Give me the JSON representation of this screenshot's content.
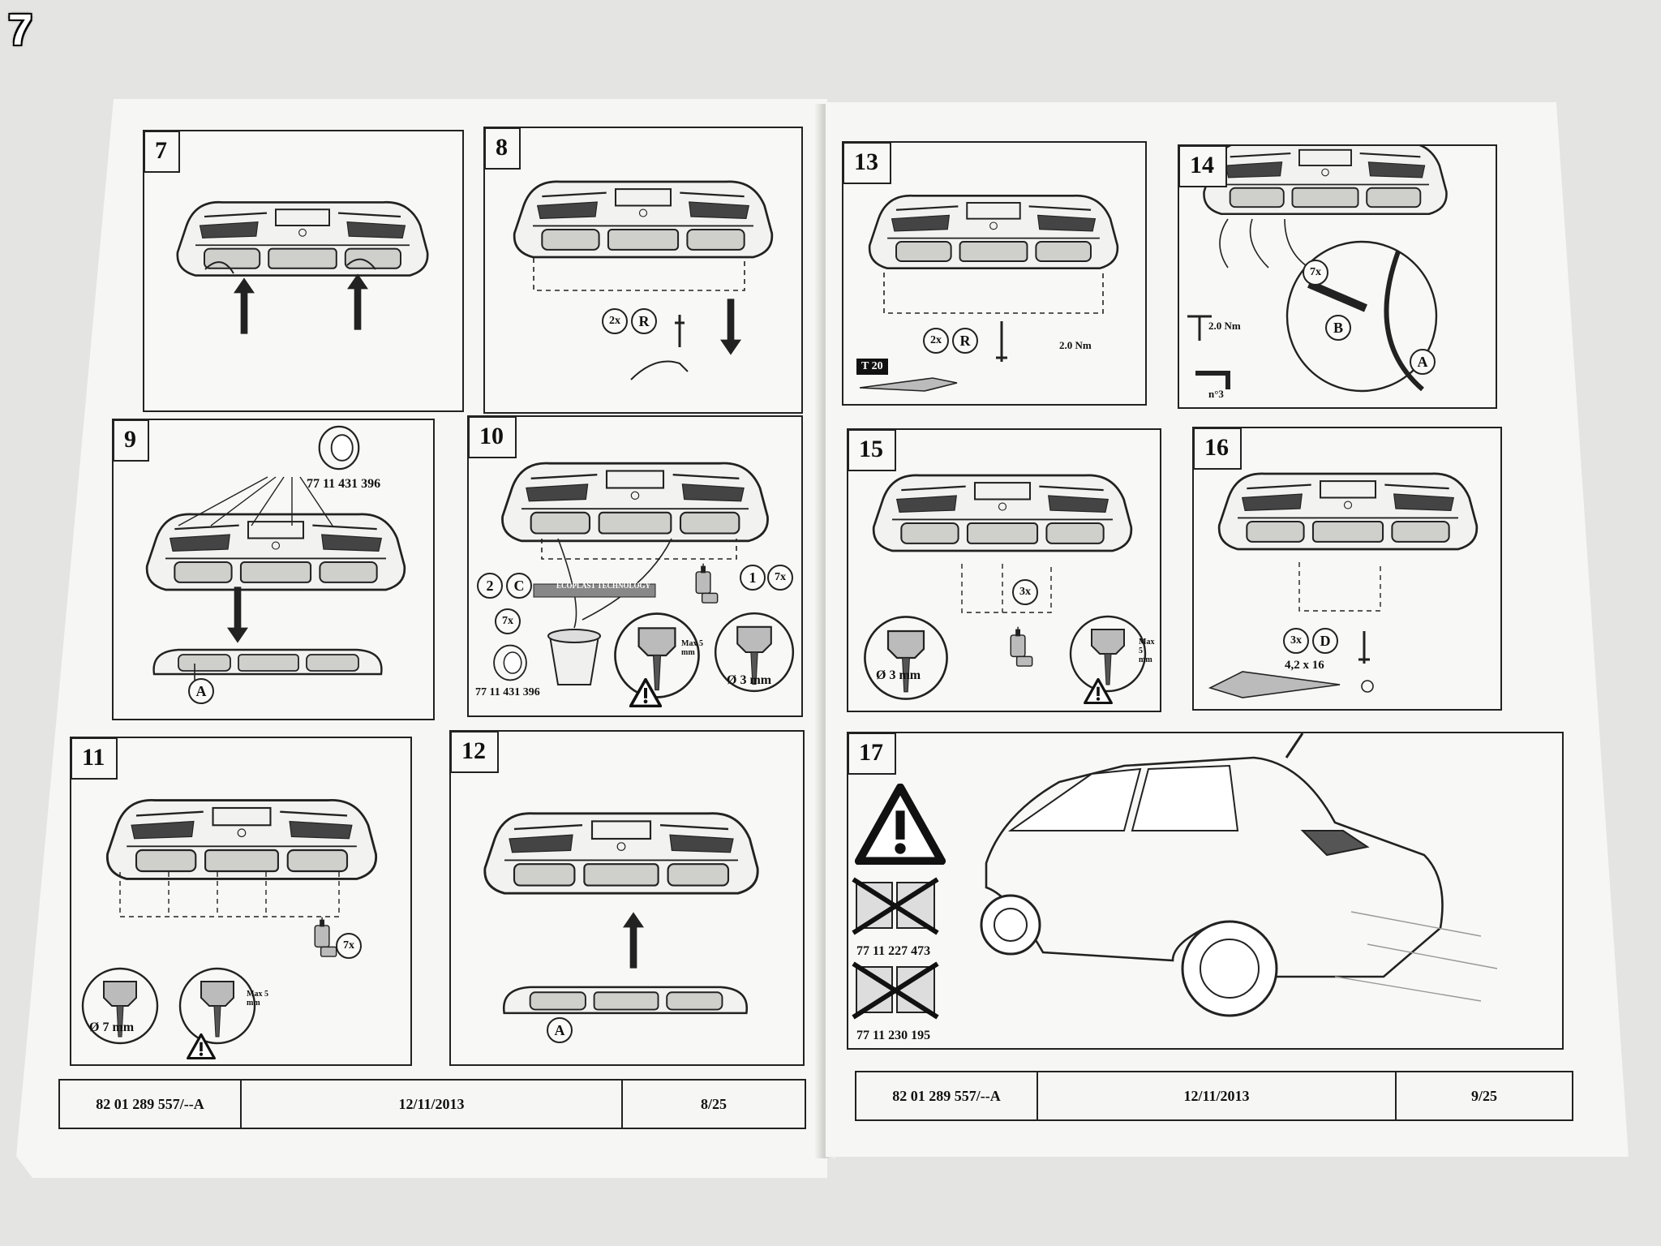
{
  "image_label": "7",
  "steps": {
    "s7": {
      "number": "7"
    },
    "s8": {
      "number": "8",
      "qty": "2x",
      "part": "R"
    },
    "s9": {
      "number": "9",
      "tape_ref": "77 11 431 396",
      "part": "A"
    },
    "s10": {
      "number": "10",
      "qty_left": "2",
      "part_c": "C",
      "qty_tape": "7x",
      "tape_ref": "77 11 431 396",
      "qty_right": "1",
      "qty_right2": "7x",
      "tool_text": "ECOPLAST TECHNOLOGY",
      "max_depth": "Max 5 mm",
      "drill_size": "Ø 3 mm"
    },
    "s11": {
      "number": "11",
      "qty": "7x",
      "drill_size": "Ø 7 mm",
      "max_depth": "Max 5 mm"
    },
    "s12": {
      "number": "12",
      "part": "A"
    },
    "s13": {
      "number": "13",
      "qty": "2x",
      "part": "R",
      "torque": "2.0 Nm",
      "tool": "T 20"
    },
    "s14": {
      "number": "14",
      "qty": "7x",
      "part_b": "B",
      "part_a": "A",
      "torque": "2.0 Nm",
      "tool": "n°3"
    },
    "s15": {
      "number": "15",
      "qty": "3x",
      "drill_size": "Ø 3 mm",
      "max_depth": "Max 5 mm"
    },
    "s16": {
      "number": "16",
      "qty": "3x",
      "part": "D",
      "screw": "4,2 x 16"
    },
    "s17": {
      "number": "17",
      "ref1": "77 11 227 473",
      "ref2": "77 11 230 195"
    }
  },
  "footer_left": {
    "doc_ref": "82 01 289 557/--A",
    "date": "12/11/2013",
    "page": "8/25"
  },
  "footer_right": {
    "doc_ref": "82 01 289 557/--A",
    "date": "12/11/2013",
    "page": "9/25"
  }
}
